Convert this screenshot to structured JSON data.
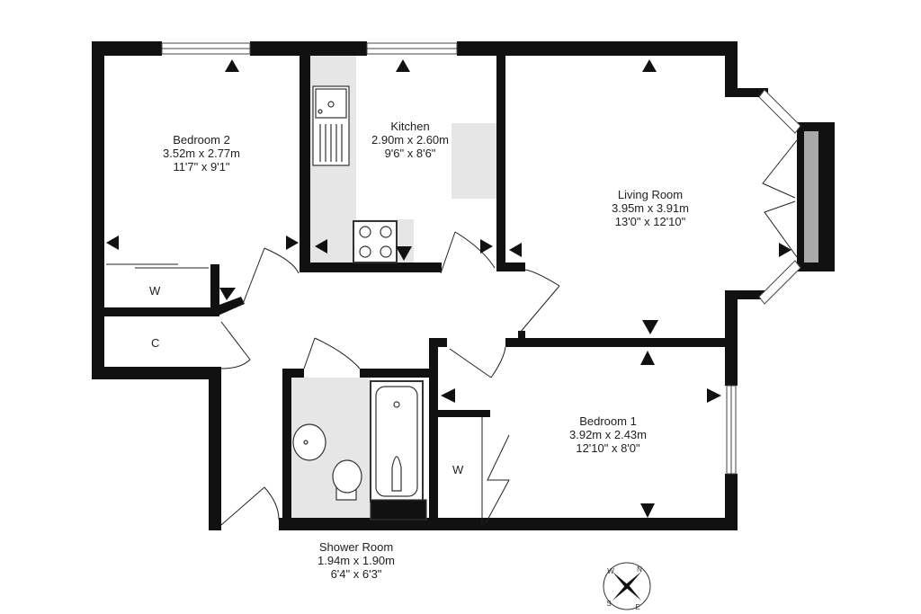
{
  "rooms": {
    "bedroom2": {
      "name": "Bedroom 2",
      "metric": "3.52m  x 2.77m",
      "imperial": "11'7\"  x 9'1\""
    },
    "kitchen": {
      "name": "Kitchen",
      "metric": "2.90m  x 2.60m",
      "imperial": "9'6\"  x 8'6\""
    },
    "living": {
      "name": "Living Room",
      "metric": "3.95m  x 3.91m",
      "imperial": "13'0\"  x 12'10\""
    },
    "bedroom1": {
      "name": "Bedroom 1",
      "metric": "3.92m  x 2.43m",
      "imperial": "12'10\"  x 8'0\""
    },
    "shower": {
      "name": "Shower Room",
      "metric": "1.94m  x 1.90m",
      "imperial": "6'4\"  x 6'3\""
    }
  },
  "storage": {
    "wardrobe_top": "W",
    "cupboard": "C",
    "wardrobe_bottom": "W"
  },
  "compass": {
    "n": "N",
    "e": "E",
    "s": "S",
    "w": "W"
  },
  "colors": {
    "wall": "#111111",
    "fixture_fill": "#e6e6e6",
    "bay_fill": "#a9a9a9"
  }
}
